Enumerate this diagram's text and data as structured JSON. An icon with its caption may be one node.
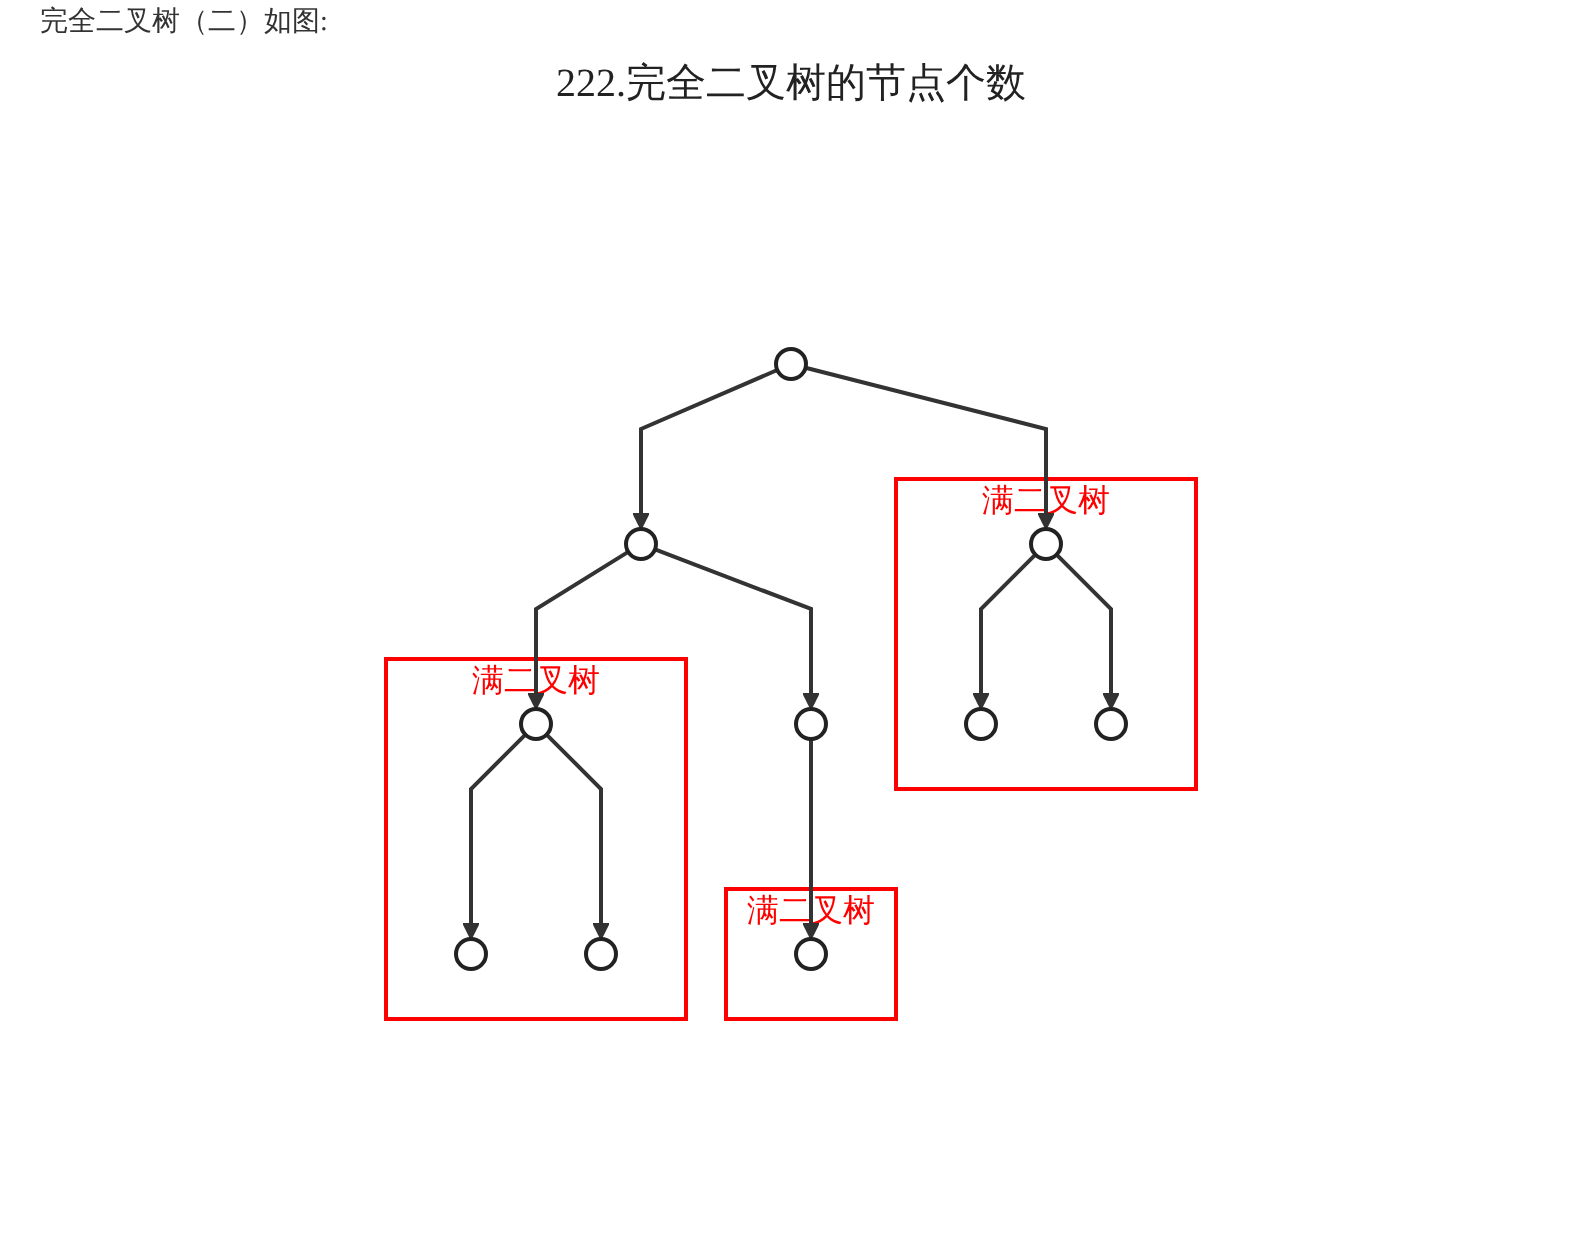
{
  "diagram": {
    "title": "222.完全二叉树的节点个数",
    "nodes": [
      {
        "text": [],
        "shape": "circle"
      },
      {
        "text": [],
        "shape": "circle"
      },
      {
        "text": [
          "满二叉树"
        ]
      },
      {
        "text": [],
        "shape": "circle",
        "in": 2
      },
      {
        "text": [
          "满二叉树"
        ]
      },
      {
        "text": [],
        "shape": "circle",
        "in": 4
      },
      {
        "text": [],
        "shape": "circle"
      },
      {
        "text": [],
        "shape": "circle",
        "in": 2
      },
      {
        "text": [],
        "shape": "circle",
        "in": 2
      },
      {
        "text": [
          "满二叉树"
        ]
      },
      {
        "text": [],
        "shape": "circle",
        "in": 4
      },
      {
        "text": [],
        "shape": "circle",
        "in": 4
      },
      {
        "text": [],
        "shape": "circle",
        "in": 9
      }
    ],
    "edges": [
      {
        "from": 0,
        "to": 1,
        "arrow": "to"
      },
      {
        "from": 0,
        "to": 3,
        "arrow": "to"
      },
      {
        "from": 1,
        "to": 5,
        "arrow": "to"
      },
      {
        "from": 1,
        "to": 6,
        "arrow": "to"
      },
      {
        "from": 3,
        "to": 7,
        "arrow": "to"
      },
      {
        "from": 3,
        "to": 8,
        "arrow": "to"
      },
      {
        "from": 5,
        "to": 10,
        "arrow": "to"
      },
      {
        "from": 5,
        "to": 11,
        "arrow": "to"
      },
      {
        "from": 6,
        "to": 12,
        "arrow": "to"
      }
    ],
    "labels": [
      "完全二叉树（二）如图:"
    ]
  }
}
